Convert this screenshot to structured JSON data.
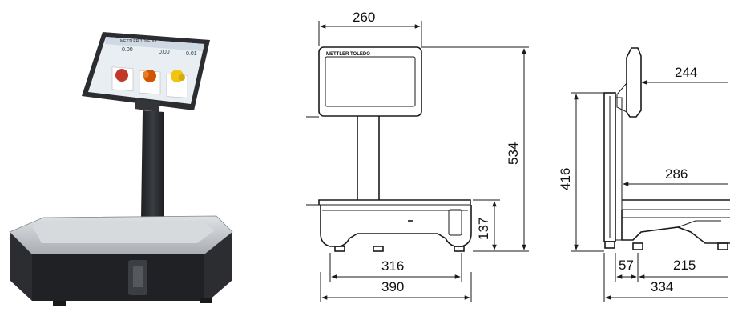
{
  "brand": {
    "logo_text": "METTLER TOLEDO"
  },
  "screen_ui": {
    "prices": [
      "0.00",
      "0.00",
      "0.01"
    ]
  },
  "dimensions": {
    "display_width": "260",
    "total_height": "534",
    "base_height": "137",
    "inner_base_width": "316",
    "base_width": "390",
    "display_offset": "244",
    "column_height": "416",
    "platter_depth": "286",
    "foot_offset": "57",
    "rear_to_foot": "215",
    "base_depth": "334"
  },
  "colors": {
    "line": "#1a1a1a",
    "housing_dark": "#2b2d30",
    "steel": "#c9ccd0",
    "screen_bg": "#e8eef2"
  }
}
